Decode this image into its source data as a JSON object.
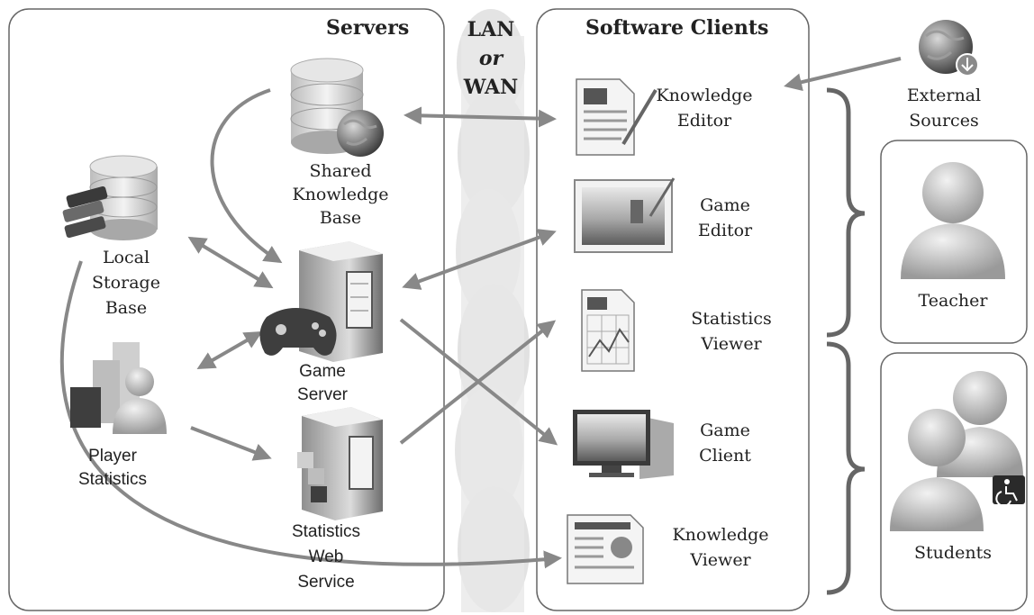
{
  "panels": {
    "servers_title": "Servers",
    "network_line1": "LAN",
    "network_line2": "or",
    "network_line3": "WAN",
    "clients_title": "Software Clients"
  },
  "servers": {
    "shared_kb": [
      "Shared",
      "Knowledge",
      "Base"
    ],
    "local_storage": [
      "Local",
      "Storage",
      "Base"
    ],
    "game_server": [
      "Game",
      "Server"
    ],
    "player_stats": [
      "Player",
      "Statistics"
    ],
    "stats_ws": [
      "Statistics",
      "Web",
      "Service"
    ]
  },
  "clients": {
    "knowledge_editor": [
      "Knowledge",
      "Editor"
    ],
    "game_editor": [
      "Game",
      "Editor"
    ],
    "statistics_viewer": [
      "Statistics",
      "Viewer"
    ],
    "game_client": [
      "Game",
      "Client"
    ],
    "knowledge_viewer": [
      "Knowledge",
      "Viewer"
    ]
  },
  "users": {
    "external_sources": [
      "External",
      "Sources"
    ],
    "teacher": "Teacher",
    "students": "Students"
  },
  "colors": {
    "arrow": "#888888",
    "panel_border": "#666666",
    "cloud": "#e2e2e2",
    "icon_dark": "#555555",
    "icon_light": "#d9d9d9"
  }
}
